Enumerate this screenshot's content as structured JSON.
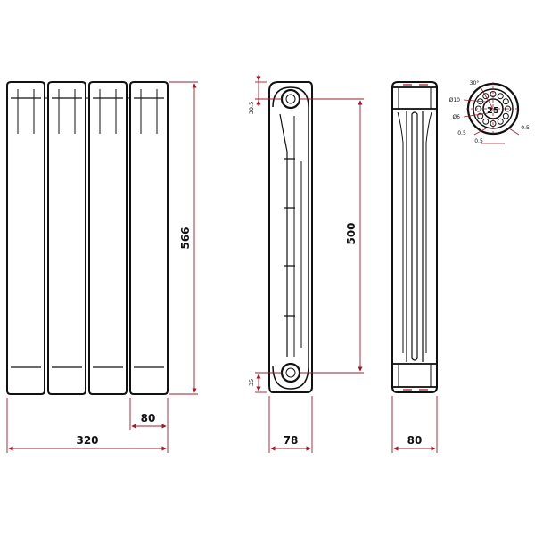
{
  "colors": {
    "outline": "#111111",
    "dimension": "#9b1c2e",
    "paper": "#ffffff"
  },
  "front_view": {
    "sections": 4,
    "width_label": "320",
    "section_width_label": "80",
    "height_label": "566"
  },
  "side_view": {
    "top_offset_label": "30.5",
    "bottom_offset_label": "35",
    "depth_label": "78",
    "axis_distance_label": "500"
  },
  "end_view": {
    "width_label": "80"
  },
  "thread_detail": {
    "angle_label": "30°",
    "outer_diameter_label": "Ø10",
    "inner_diameter_label": "Ø6",
    "size_label": "25",
    "left_offset_label": "0.5",
    "bottom_offset_label": "0.5",
    "right_offset_label": "0.5"
  }
}
